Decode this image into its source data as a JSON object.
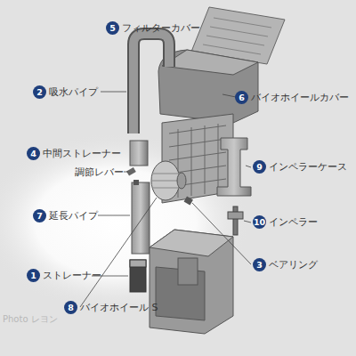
{
  "diagram": {
    "nodes": [
      {
        "text": [
          "5",
          "フィルターカバー"
        ]
      },
      {
        "text": [
          "2",
          "吸水パイプ"
        ]
      },
      {
        "text": [
          "6",
          "バイオホイールカバー"
        ]
      },
      {
        "text": [
          "4",
          "中間ストレーナー"
        ]
      },
      {
        "text": [
          "9",
          "インペラーケース"
        ]
      },
      {
        "text": [
          "7",
          "延長パイプ"
        ]
      },
      {
        "text": [
          "10",
          "インペラー"
        ]
      },
      {
        "text": [
          "3",
          "ベアリング"
        ]
      },
      {
        "text": [
          "1",
          "ストレーナー"
        ]
      },
      {
        "text": [
          "8",
          "バイオホイール S"
        ]
      }
    ],
    "labels": [
      "調節レバー",
      "Photo レヨン"
    ]
  }
}
